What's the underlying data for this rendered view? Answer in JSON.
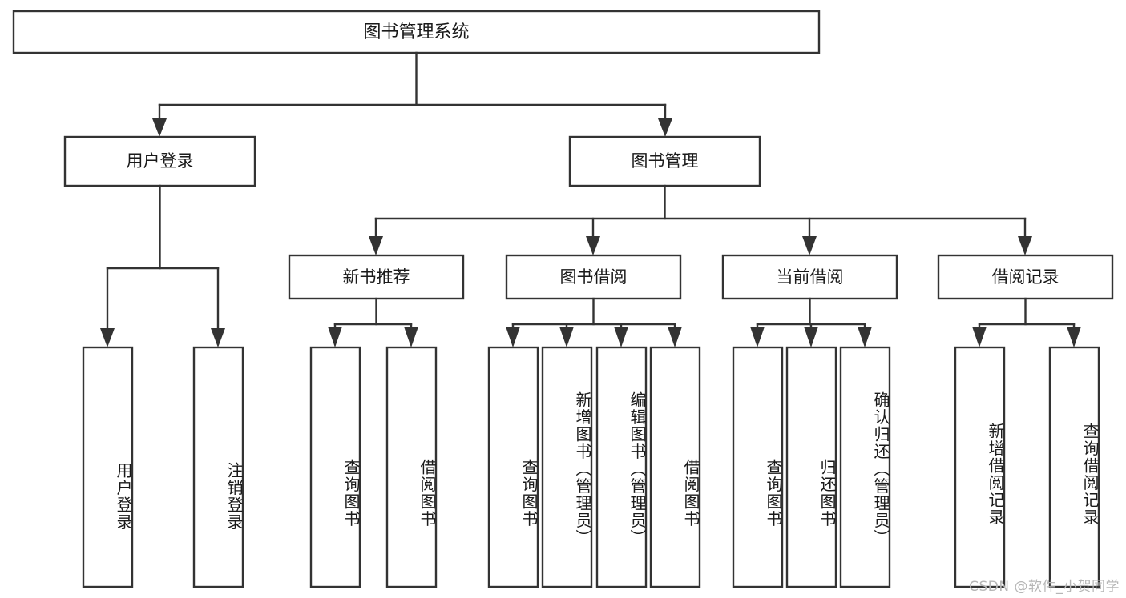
{
  "diagram": {
    "type": "tree",
    "title": "图书管理系统",
    "root": {
      "id": "root",
      "label": "图书管理系统"
    },
    "level1": [
      {
        "id": "user-login",
        "label": "用户登录"
      },
      {
        "id": "book-manage",
        "label": "图书管理"
      }
    ],
    "level2": [
      {
        "id": "new-book-recommend",
        "label": "新书推荐",
        "parent": "book-manage"
      },
      {
        "id": "book-borrow",
        "label": "图书借阅",
        "parent": "book-manage"
      },
      {
        "id": "current-borrow",
        "label": "当前借阅",
        "parent": "book-manage"
      },
      {
        "id": "borrow-record",
        "label": "借阅记录",
        "parent": "book-manage"
      }
    ],
    "leaves": [
      {
        "id": "leaf-user-login",
        "label": "用户登录",
        "parent": "user-login"
      },
      {
        "id": "leaf-logout-login",
        "label": "注销登录",
        "parent": "user-login"
      },
      {
        "id": "leaf-query-book-1",
        "label": "查询图书",
        "parent": "new-book-recommend"
      },
      {
        "id": "leaf-borrow-book-1",
        "label": "借阅图书",
        "parent": "new-book-recommend"
      },
      {
        "id": "leaf-query-book-2",
        "label": "查询图书",
        "parent": "book-borrow"
      },
      {
        "id": "leaf-add-book",
        "label": "新增图书（管理员）",
        "parent": "book-borrow"
      },
      {
        "id": "leaf-edit-book",
        "label": "编辑图书（管理员）",
        "parent": "book-borrow"
      },
      {
        "id": "leaf-borrow-book-2",
        "label": "借阅图书",
        "parent": "book-borrow"
      },
      {
        "id": "leaf-query-book-3",
        "label": "查询图书",
        "parent": "current-borrow"
      },
      {
        "id": "leaf-return-book",
        "label": "归还图书",
        "parent": "current-borrow"
      },
      {
        "id": "leaf-confirm-return",
        "label": "确认归还（管理员）",
        "parent": "current-borrow"
      },
      {
        "id": "leaf-add-record",
        "label": "新增借阅记录",
        "parent": "borrow-record"
      },
      {
        "id": "leaf-query-record",
        "label": "查询借阅记录",
        "parent": "borrow-record"
      }
    ],
    "colors": {
      "box_stroke": "#333333",
      "box_fill": "#ffffff",
      "text": "#1a1a1a",
      "background": "#ffffff",
      "watermark": "#b6b6b6"
    }
  },
  "watermark": {
    "text": "CSDN @软件_小贺同学"
  }
}
